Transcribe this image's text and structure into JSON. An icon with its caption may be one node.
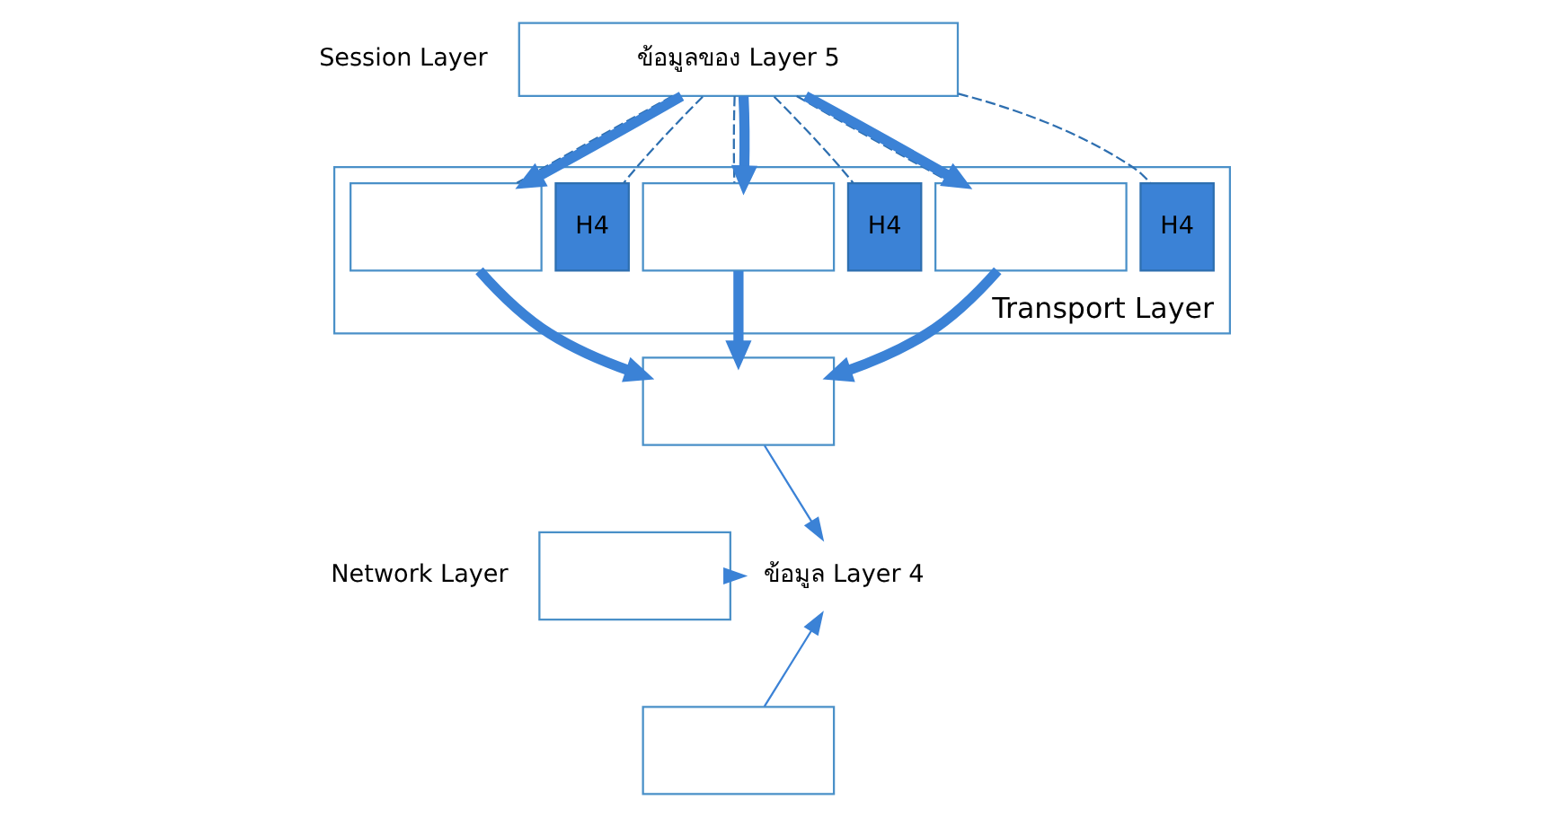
{
  "diagram": {
    "nodes": [
      {
        "text": [
          "ข้อมูลของ Layer 5"
        ],
        "beside": [
          "Session Layer"
        ]
      },
      {
        "text": [
          "Transport Layer"
        ]
      },
      {
        "text": [],
        "shape": "box",
        "in": 1
      },
      {
        "text": [
          "H4"
        ],
        "in": 1
      },
      {
        "text": [],
        "shape": "box",
        "in": 1
      },
      {
        "text": [
          "H4"
        ],
        "in": 1
      },
      {
        "text": [],
        "shape": "box",
        "in": 1
      },
      {
        "text": [
          "H4"
        ],
        "in": 1
      },
      {
        "text": [],
        "shape": "box"
      },
      {
        "text": [],
        "shape": "box"
      },
      {
        "text": [],
        "shape": "box"
      },
      {
        "text": [
          "ข้อมูล Layer 4"
        ]
      }
    ],
    "edges": [
      {
        "from": 0,
        "to": 2,
        "arrow": "none",
        "style": "dashed",
        "color": "#2e6fb0"
      },
      {
        "from": 0,
        "to": 3,
        "arrow": "none",
        "style": "dashed",
        "color": "#2e6fb0"
      },
      {
        "from": 0,
        "to": 4,
        "arrow": "none",
        "style": "dashed",
        "color": "#2e6fb0"
      },
      {
        "from": 0,
        "to": 5,
        "arrow": "none",
        "style": "dashed",
        "color": "#2e6fb0"
      },
      {
        "from": 0,
        "to": 6,
        "arrow": "none",
        "style": "dashed",
        "color": "#2e6fb0"
      },
      {
        "from": 0,
        "to": 7,
        "arrow": "none",
        "style": "dashed",
        "color": "#2e6fb0"
      },
      {
        "from": 0,
        "to": 2,
        "arrow": "to",
        "style": "thick",
        "color": "#3b82d6"
      },
      {
        "from": 0,
        "to": 4,
        "arrow": "to",
        "style": "thick",
        "color": "#3b82d6"
      },
      {
        "from": 0,
        "to": 6,
        "arrow": "to",
        "style": "thick",
        "color": "#3b82d6"
      },
      {
        "from": 2,
        "to": 8,
        "arrow": "to",
        "style": "thick",
        "color": "#3b82d6"
      },
      {
        "from": 4,
        "to": 8,
        "arrow": "to",
        "style": "thick",
        "color": "#3b82d6"
      },
      {
        "from": 6,
        "to": 8,
        "arrow": "to",
        "style": "thick",
        "color": "#3b82d6"
      },
      {
        "from": 8,
        "to": 11,
        "arrow": "to",
        "color": "#3b82d6"
      },
      {
        "from": 9,
        "to": 11,
        "arrow": "to",
        "color": "#3b82d6"
      },
      {
        "from": 10,
        "to": 11,
        "arrow": "to",
        "color": "#3b82d6"
      }
    ],
    "labels": [
      "Network Layer"
    ]
  }
}
